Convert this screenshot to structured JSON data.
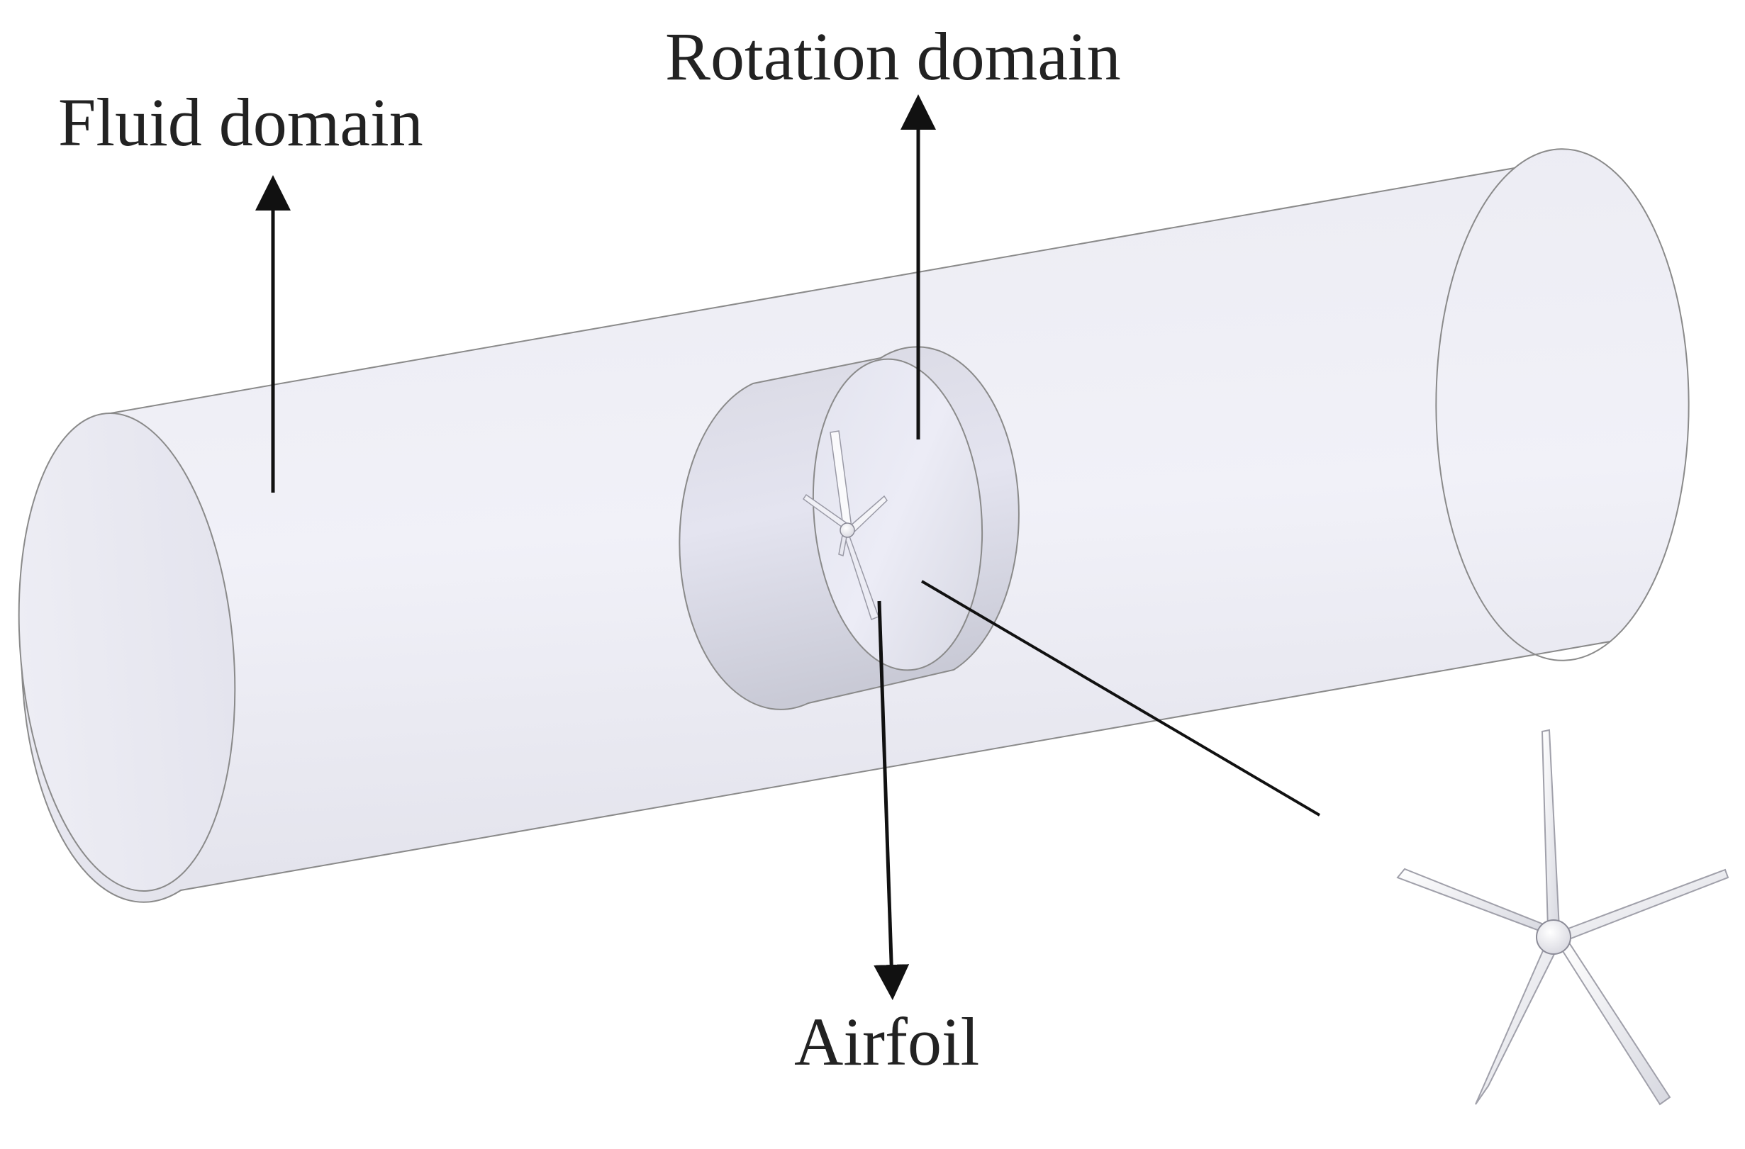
{
  "labels": {
    "fluid_domain": "Fluid domain",
    "rotation_domain": "Rotation domain",
    "airfoil": "Airfoil"
  },
  "colors": {
    "outline": "#8a8a8a",
    "fill_light": "#f2f2f8",
    "fill_mid": "#e6e6f0",
    "fill_shade": "#cfd0dc",
    "arrow": "#111111",
    "text": "#222222"
  }
}
